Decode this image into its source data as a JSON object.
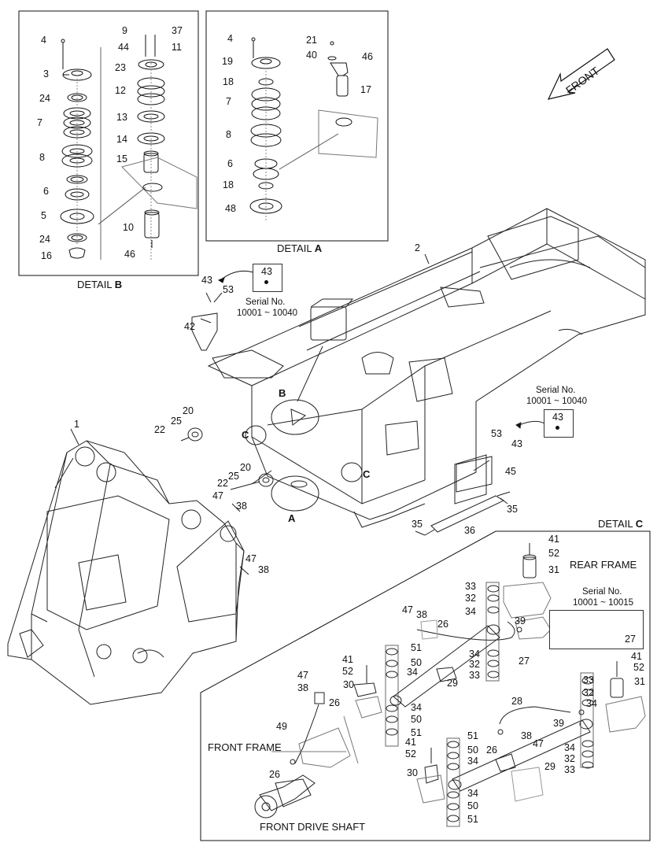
{
  "detail_b": {
    "title_prefix": "DETAIL ",
    "title_letter": "B",
    "labels": {
      "l4": "4",
      "l3": "3",
      "l24a": "24",
      "l7": "7",
      "l8": "8",
      "l6": "6",
      "l5": "5",
      "l24b": "24",
      "l16": "16",
      "l9": "9",
      "l37": "37",
      "l44": "44",
      "l11": "11",
      "l23": "23",
      "l12": "12",
      "l13": "13",
      "l14": "14",
      "l15": "15",
      "l10": "10",
      "l46": "46"
    }
  },
  "detail_a": {
    "title_prefix": "DETAIL ",
    "title_letter": "A",
    "labels": {
      "l4": "4",
      "l19": "19",
      "l18a": "18",
      "l7": "7",
      "l8": "8",
      "l6": "6",
      "l18b": "18",
      "l48": "48",
      "l21": "21",
      "l40": "40",
      "l46": "46",
      "l17": "17"
    }
  },
  "front_arrow": {
    "label": "FRONT"
  },
  "serial_1": {
    "part": "43",
    "text": "Serial No.",
    "range": "10001 ~ 10040"
  },
  "serial_2": {
    "part": "43",
    "text": "Serial No.",
    "range": "10001 ~ 10040"
  },
  "main": {
    "labels": {
      "l2": "2",
      "l1": "1",
      "l42": "42",
      "l43": "43",
      "l53": "53",
      "l20a": "20",
      "l25a": "25",
      "l22a": "22",
      "l47a": "47",
      "l38a": "38",
      "l25b": "25",
      "l22b": "22",
      "l20b": "20",
      "l47b": "47",
      "l38b": "38",
      "l53b": "53",
      "l43b": "43",
      "l45": "45",
      "l35a": "35",
      "l36": "36",
      "l35b": "35",
      "cB": "B",
      "cC1": "C",
      "cC2": "C",
      "cA": "A"
    }
  },
  "detail_c": {
    "title_prefix": "DETAIL ",
    "title_letter": "C",
    "rear_frame": "REAR FRAME",
    "front_frame": "FRONT FRAME",
    "front_drive_shaft": "FRONT DRIVE SHAFT",
    "serial_3": {
      "text": "Serial No.",
      "range": "10001 ~ 10015",
      "part": "27"
    },
    "labels": {
      "l41": "41",
      "l52": "52",
      "l31": "31",
      "l33": "33",
      "l32": "32",
      "l34": "34",
      "l47": "47",
      "l38": "38",
      "l26": "26",
      "l39": "39",
      "l27": "27",
      "l51": "51",
      "l50": "50",
      "l34b": "34",
      "l41b": "41",
      "l52b": "52",
      "l30": "30",
      "l29": "29",
      "l34c": "34",
      "l32b": "32",
      "l33b": "33",
      "l47c": "47",
      "l38c": "38",
      "l26c": "26",
      "l34d": "34",
      "l50b": "50",
      "l51b": "51",
      "l49": "49",
      "l26d": "26",
      "l28": "28",
      "l39b": "39",
      "l26e": "26",
      "l38e": "38",
      "l47e": "47",
      "l33e": "33",
      "l32e": "32",
      "l34e": "34",
      "l41e": "41",
      "l52e": "52",
      "l31e": "31",
      "l51e": "51",
      "l50e": "50",
      "l34f": "34",
      "l41f": "41",
      "l52f": "52",
      "l30f": "30",
      "l29f": "29",
      "l34g": "34",
      "l32g": "32",
      "l33g": "33",
      "l34h": "34",
      "l50h": "50",
      "l51h": "51"
    }
  }
}
